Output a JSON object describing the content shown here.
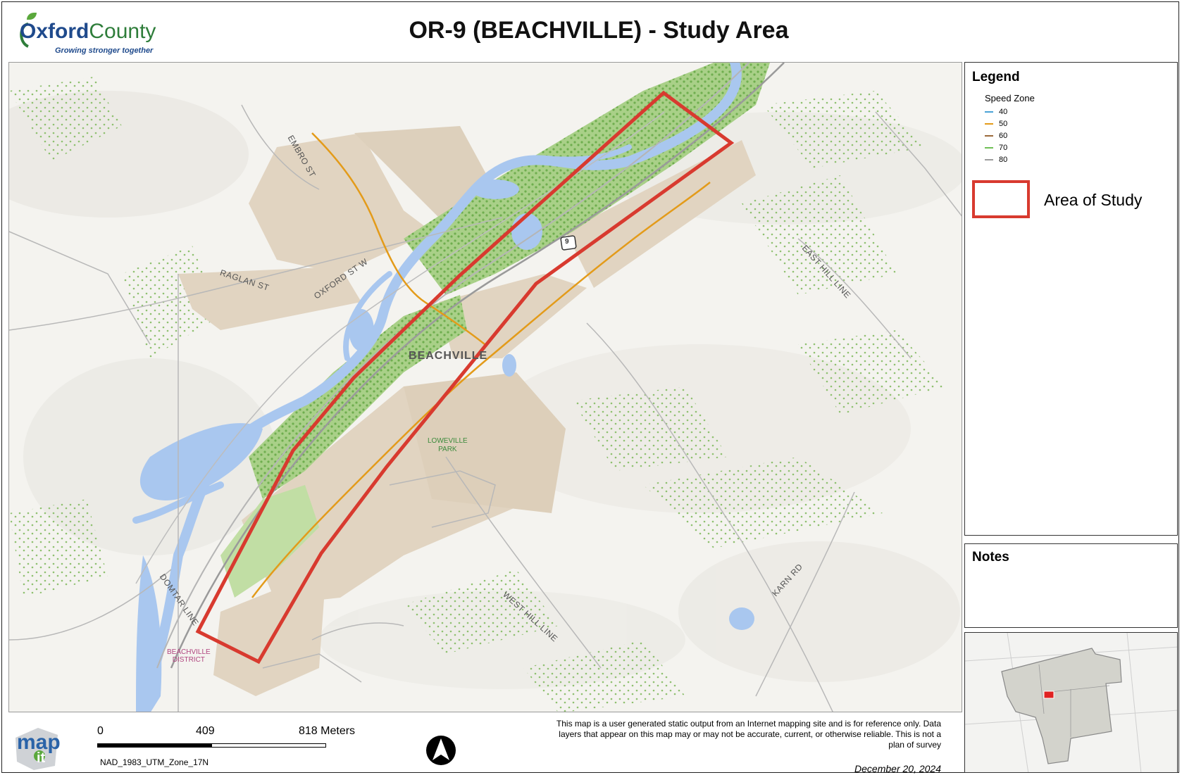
{
  "header": {
    "logo_primary": "Oxford",
    "logo_secondary": "County",
    "logo_tagline": "Growing stronger together",
    "title": "OR-9 (BEACHVILLE) - Study Area"
  },
  "map": {
    "town_label": "BEACHVILLE",
    "park_label_1": "LOWEVILLE",
    "park_label_2": "PARK",
    "district_label_1": "BEACHVILLE",
    "district_label_2": "DISTRICT",
    "road_labels": {
      "embro": "EMBRO ST",
      "raglan": "RAGLAN ST",
      "oxford": "OXFORD ST W",
      "east_hill": "EAST HILL LINE",
      "west_hill": "WEST HILL LINE",
      "karn": "KARN RD",
      "domtar": "DOMTAR LINE",
      "road_9": "9"
    },
    "colors": {
      "study_area": "#d83a2f",
      "water": "#a9c7ef",
      "forest": "#b9d99b",
      "urban": "#e1d4c1"
    }
  },
  "legend": {
    "title": "Legend",
    "speed_zone_title": "Speed Zone",
    "speed_zones": [
      {
        "value": "40",
        "color": "#4aa3d6"
      },
      {
        "value": "50",
        "color": "#e39b1a"
      },
      {
        "value": "60",
        "color": "#9b6a3a"
      },
      {
        "value": "70",
        "color": "#6fbf55"
      },
      {
        "value": "80",
        "color": "#9c9c9c"
      }
    ],
    "study_area_label": "Area of Study"
  },
  "notes": {
    "title": "Notes"
  },
  "footer": {
    "logo_text_1": "map",
    "logo_text_2": "it",
    "scale_labels": [
      "0",
      "409",
      "818 Meters"
    ],
    "projection": "NAD_1983_UTM_Zone_17N",
    "disclaimer": "This map is a user generated static output from an Internet mapping site and is for reference only. Data layers that appear on this map may or may not be accurate, current, or otherwise reliable. This is not a plan of survey",
    "date": "December 20, 2024"
  }
}
